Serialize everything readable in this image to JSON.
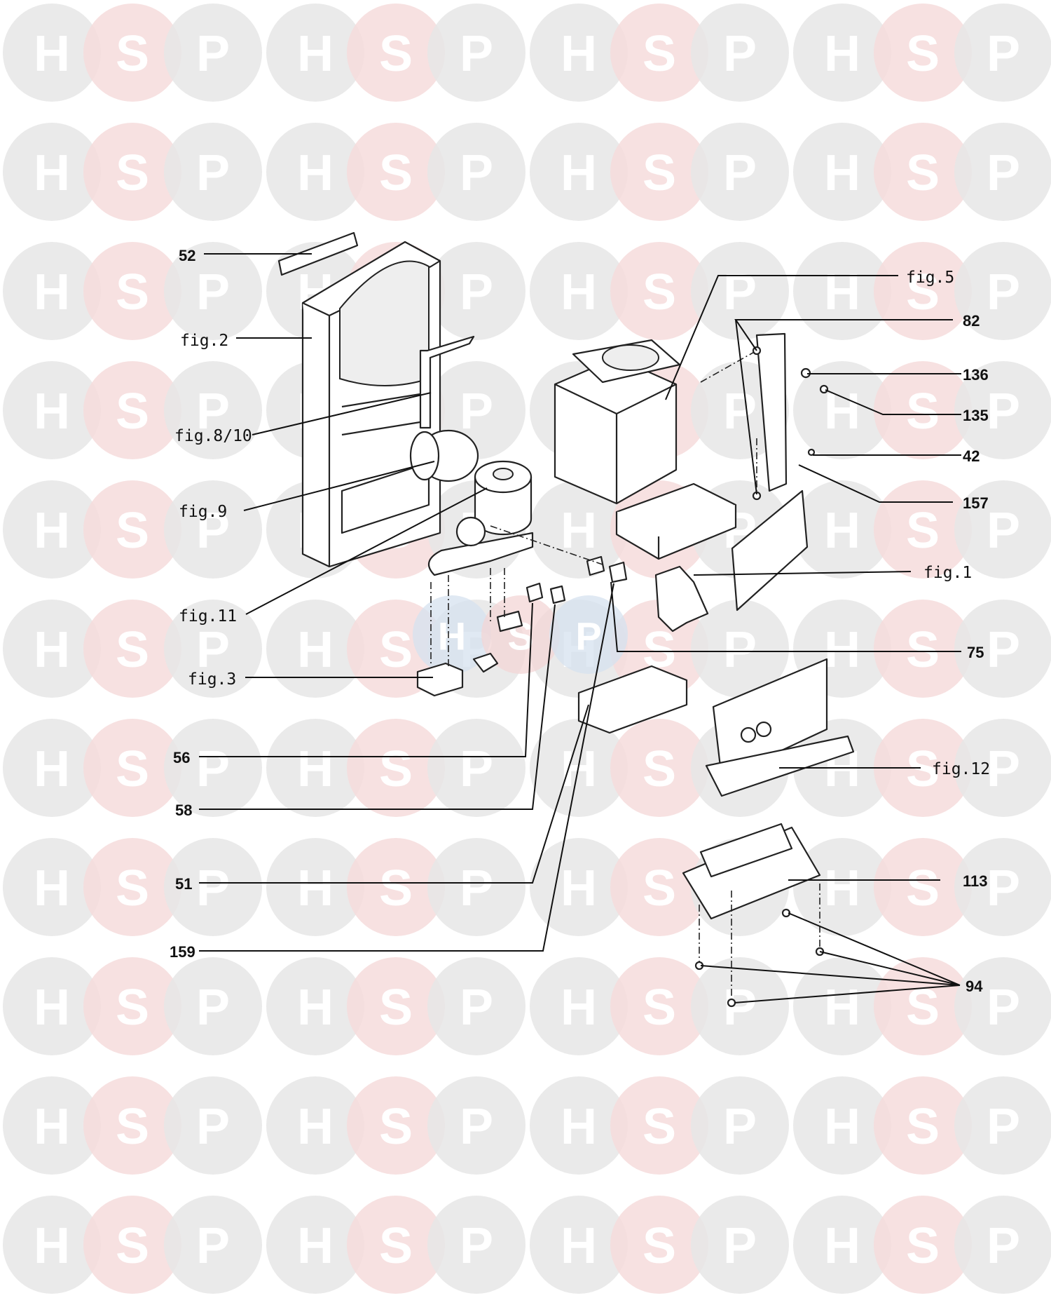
{
  "watermark": {
    "letters": [
      "H",
      "S",
      "P"
    ],
    "colors": {
      "H": "#e6e6e6",
      "S": "#f6dcdc",
      "P": "#e6e6e6",
      "letter": "#ffffff"
    },
    "center_logo_colors": [
      "#d6e2ef",
      "#f3d6d6",
      "#d6e2ef"
    ]
  },
  "callouts": [
    {
      "id": "52",
      "text": "52",
      "kind": "number",
      "side": "left"
    },
    {
      "id": "fig2",
      "text": "fig.2",
      "kind": "figure",
      "side": "left"
    },
    {
      "id": "fig8-10",
      "text": "fig.8/10",
      "kind": "figure",
      "side": "left"
    },
    {
      "id": "fig9",
      "text": "fig.9",
      "kind": "figure",
      "side": "left"
    },
    {
      "id": "fig11",
      "text": "fig.11",
      "kind": "figure",
      "side": "left"
    },
    {
      "id": "fig3",
      "text": "fig.3",
      "kind": "figure",
      "side": "left"
    },
    {
      "id": "56",
      "text": "56",
      "kind": "number",
      "side": "left"
    },
    {
      "id": "58",
      "text": "58",
      "kind": "number",
      "side": "left"
    },
    {
      "id": "51",
      "text": "51",
      "kind": "number",
      "side": "left"
    },
    {
      "id": "159",
      "text": "159",
      "kind": "number",
      "side": "left"
    },
    {
      "id": "fig5",
      "text": "fig.5",
      "kind": "figure",
      "side": "right"
    },
    {
      "id": "82",
      "text": "82",
      "kind": "number",
      "side": "right"
    },
    {
      "id": "136",
      "text": "136",
      "kind": "number",
      "side": "right"
    },
    {
      "id": "135",
      "text": "135",
      "kind": "number",
      "side": "right"
    },
    {
      "id": "42",
      "text": "42",
      "kind": "number",
      "side": "right"
    },
    {
      "id": "157",
      "text": "157",
      "kind": "number",
      "side": "right"
    },
    {
      "id": "fig1",
      "text": "fig.1",
      "kind": "figure",
      "side": "right"
    },
    {
      "id": "75",
      "text": "75",
      "kind": "number",
      "side": "right"
    },
    {
      "id": "fig12",
      "text": "fig.12",
      "kind": "figure",
      "side": "right"
    },
    {
      "id": "113",
      "text": "113",
      "kind": "number",
      "side": "right"
    },
    {
      "id": "94",
      "text": "94",
      "kind": "number",
      "side": "right"
    }
  ]
}
